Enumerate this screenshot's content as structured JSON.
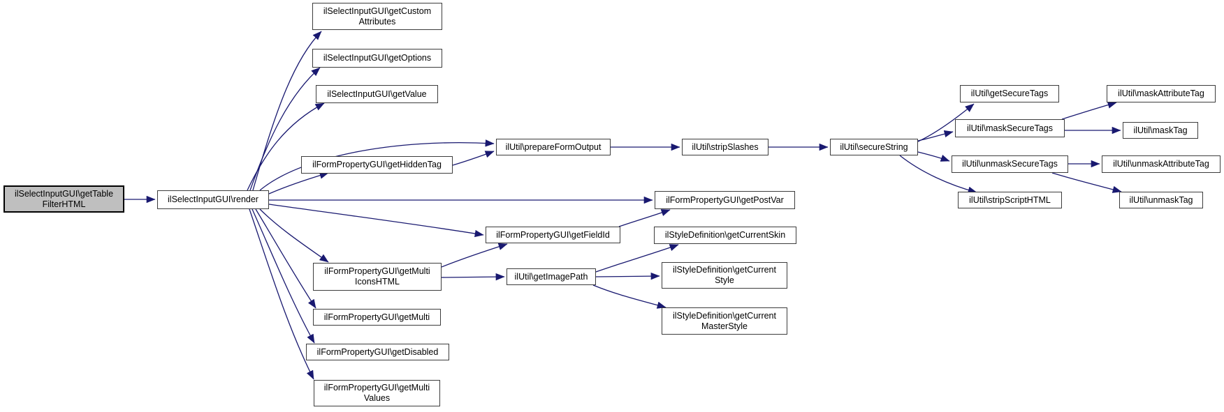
{
  "graph": {
    "type": "doxygen-call-graph",
    "colors": {
      "edge": "#191970",
      "node_background": "#ffffff",
      "node_border": "#3c3c3c",
      "highlight_background": "#bfbfbf",
      "text": "#000000"
    },
    "nodes": [
      {
        "id": "getTableFilterHTML",
        "lines": [
          "ilSelectInputGUI\\getTable",
          "FilterHTML"
        ],
        "highlighted": true
      },
      {
        "id": "render",
        "lines": [
          "ilSelectInputGUI\\render"
        ],
        "highlighted": false
      },
      {
        "id": "getCustomAttributes",
        "lines": [
          "ilSelectInputGUI\\getCustom",
          "Attributes"
        ],
        "highlighted": false
      },
      {
        "id": "getOptions",
        "lines": [
          "ilSelectInputGUI\\getOptions"
        ],
        "highlighted": false
      },
      {
        "id": "getValue",
        "lines": [
          "ilSelectInputGUI\\getValue"
        ],
        "highlighted": false
      },
      {
        "id": "prepareFormOutput",
        "lines": [
          "ilUtil\\prepareFormOutput"
        ],
        "highlighted": false
      },
      {
        "id": "getHiddenTag",
        "lines": [
          "ilFormPropertyGUI\\getHiddenTag"
        ],
        "highlighted": false
      },
      {
        "id": "stripSlashes",
        "lines": [
          "ilUtil\\stripSlashes"
        ],
        "highlighted": false
      },
      {
        "id": "secureString",
        "lines": [
          "ilUtil\\secureString"
        ],
        "highlighted": false
      },
      {
        "id": "getSecureTags",
        "lines": [
          "ilUtil\\getSecureTags"
        ],
        "highlighted": false
      },
      {
        "id": "maskAttributeTag",
        "lines": [
          "ilUtil\\maskAttributeTag"
        ],
        "highlighted": false
      },
      {
        "id": "maskSecureTags",
        "lines": [
          "ilUtil\\maskSecureTags"
        ],
        "highlighted": false
      },
      {
        "id": "maskTag",
        "lines": [
          "ilUtil\\maskTag"
        ],
        "highlighted": false
      },
      {
        "id": "unmaskSecureTags",
        "lines": [
          "ilUtil\\unmaskSecureTags"
        ],
        "highlighted": false
      },
      {
        "id": "unmaskAttributeTag",
        "lines": [
          "ilUtil\\unmaskAttributeTag"
        ],
        "highlighted": false
      },
      {
        "id": "stripScriptHTML",
        "lines": [
          "ilUtil\\stripScriptHTML"
        ],
        "highlighted": false
      },
      {
        "id": "unmaskTag",
        "lines": [
          "ilUtil\\unmaskTag"
        ],
        "highlighted": false
      },
      {
        "id": "getPostVar",
        "lines": [
          "ilFormPropertyGUI\\getPostVar"
        ],
        "highlighted": false
      },
      {
        "id": "getFieldId",
        "lines": [
          "ilFormPropertyGUI\\getFieldId"
        ],
        "highlighted": false
      },
      {
        "id": "getCurrentSkin",
        "lines": [
          "ilStyleDefinition\\getCurrentSkin"
        ],
        "highlighted": false
      },
      {
        "id": "getMultiIconsHTML",
        "lines": [
          "ilFormPropertyGUI\\getMulti",
          "IconsHTML"
        ],
        "highlighted": false
      },
      {
        "id": "getImagePath",
        "lines": [
          "ilUtil\\getImagePath"
        ],
        "highlighted": false
      },
      {
        "id": "getCurrentStyle",
        "lines": [
          "ilStyleDefinition\\getCurrent",
          "Style"
        ],
        "highlighted": false
      },
      {
        "id": "getCurrentMasterStyle",
        "lines": [
          "ilStyleDefinition\\getCurrent",
          "MasterStyle"
        ],
        "highlighted": false
      },
      {
        "id": "getMulti",
        "lines": [
          "ilFormPropertyGUI\\getMulti"
        ],
        "highlighted": false
      },
      {
        "id": "getDisabled",
        "lines": [
          "ilFormPropertyGUI\\getDisabled"
        ],
        "highlighted": false
      },
      {
        "id": "getMultiValues",
        "lines": [
          "ilFormPropertyGUI\\getMulti",
          "Values"
        ],
        "highlighted": false
      }
    ],
    "edges": [
      {
        "from": "getTableFilterHTML",
        "to": "render"
      },
      {
        "from": "render",
        "to": "getCustomAttributes"
      },
      {
        "from": "render",
        "to": "getOptions"
      },
      {
        "from": "render",
        "to": "getValue"
      },
      {
        "from": "render",
        "to": "prepareFormOutput"
      },
      {
        "from": "render",
        "to": "getHiddenTag"
      },
      {
        "from": "render",
        "to": "getPostVar"
      },
      {
        "from": "render",
        "to": "getFieldId"
      },
      {
        "from": "render",
        "to": "getMultiIconsHTML"
      },
      {
        "from": "render",
        "to": "getMulti"
      },
      {
        "from": "render",
        "to": "getDisabled"
      },
      {
        "from": "render",
        "to": "getMultiValues"
      },
      {
        "from": "getHiddenTag",
        "to": "prepareFormOutput"
      },
      {
        "from": "prepareFormOutput",
        "to": "stripSlashes"
      },
      {
        "from": "stripSlashes",
        "to": "secureString"
      },
      {
        "from": "secureString",
        "to": "getSecureTags"
      },
      {
        "from": "secureString",
        "to": "maskSecureTags"
      },
      {
        "from": "secureString",
        "to": "unmaskSecureTags"
      },
      {
        "from": "secureString",
        "to": "stripScriptHTML"
      },
      {
        "from": "maskSecureTags",
        "to": "maskAttributeTag"
      },
      {
        "from": "maskSecureTags",
        "to": "maskTag"
      },
      {
        "from": "unmaskSecureTags",
        "to": "unmaskAttributeTag"
      },
      {
        "from": "unmaskSecureTags",
        "to": "unmaskTag"
      },
      {
        "from": "getFieldId",
        "to": "getPostVar"
      },
      {
        "from": "getMultiIconsHTML",
        "to": "getFieldId"
      },
      {
        "from": "getMultiIconsHTML",
        "to": "getImagePath"
      },
      {
        "from": "getImagePath",
        "to": "getCurrentSkin"
      },
      {
        "from": "getImagePath",
        "to": "getCurrentStyle"
      },
      {
        "from": "getImagePath",
        "to": "getCurrentMasterStyle"
      }
    ]
  }
}
